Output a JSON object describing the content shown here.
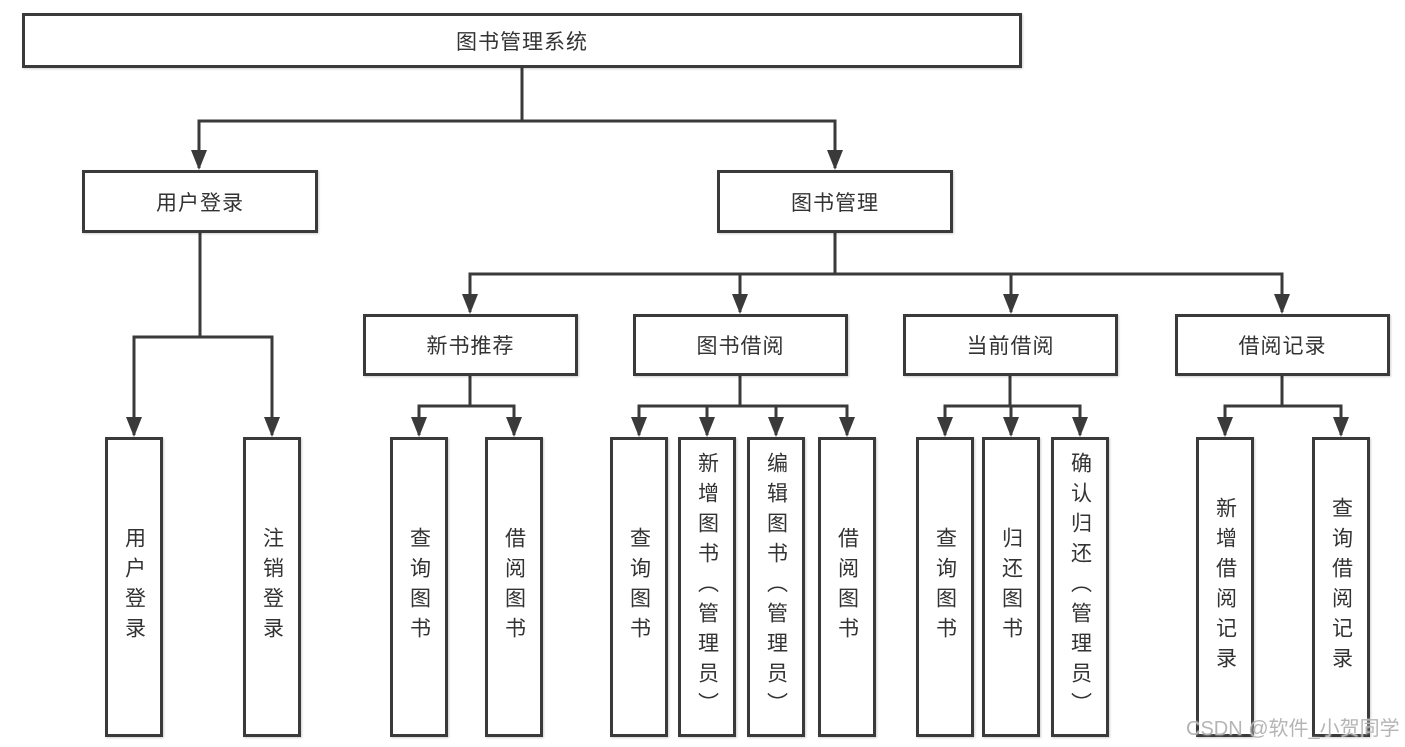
{
  "diagram": {
    "title": "图书管理系统",
    "level2": [
      "用户登录",
      "图书管理"
    ],
    "level3": [
      "新书推荐",
      "图书借阅",
      "当前借阅",
      "借阅记录"
    ],
    "groups": {
      "user_login": [
        "用户登录",
        "注销登录"
      ],
      "new_book_recommend": [
        "查询图书",
        "借阅图书"
      ],
      "book_borrow": [
        "查询图书",
        "新增图书（管理员）",
        "编辑图书（管理员）",
        "借阅图书"
      ],
      "current_borrow": [
        "查询图书",
        "归还图书",
        "确认归还（管理员）"
      ],
      "borrow_records": [
        "新增借阅记录",
        "查询借阅记录"
      ]
    },
    "colors": {
      "line": "#3a3a3a",
      "box_border": "#3a3a3a",
      "box_fill": "#ffffff",
      "text": "#333333",
      "watermark": "#b5b5b5",
      "background": "#ffffff"
    }
  },
  "watermark": {
    "text": "CSDN @软件_小贺同学"
  }
}
